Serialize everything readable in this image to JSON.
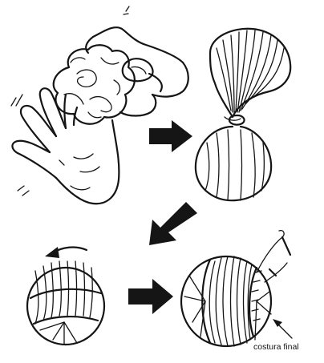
{
  "annotations": {
    "final_seam_label": "costura final"
  },
  "colors": {
    "ink": "#151515",
    "paper": "#ffffff"
  },
  "steps": [
    {
      "id": "stuff-fabric"
    },
    {
      "id": "tie-sack"
    },
    {
      "id": "wrap-ball"
    },
    {
      "id": "stitch-closed"
    }
  ],
  "arrows": [
    {
      "from": "stuff-fabric",
      "to": "tie-sack",
      "direction": "right"
    },
    {
      "from": "tie-sack",
      "to": "wrap-ball",
      "direction": "down-left"
    },
    {
      "from": "wrap-ball",
      "to": "stitch-closed",
      "direction": "right"
    }
  ]
}
